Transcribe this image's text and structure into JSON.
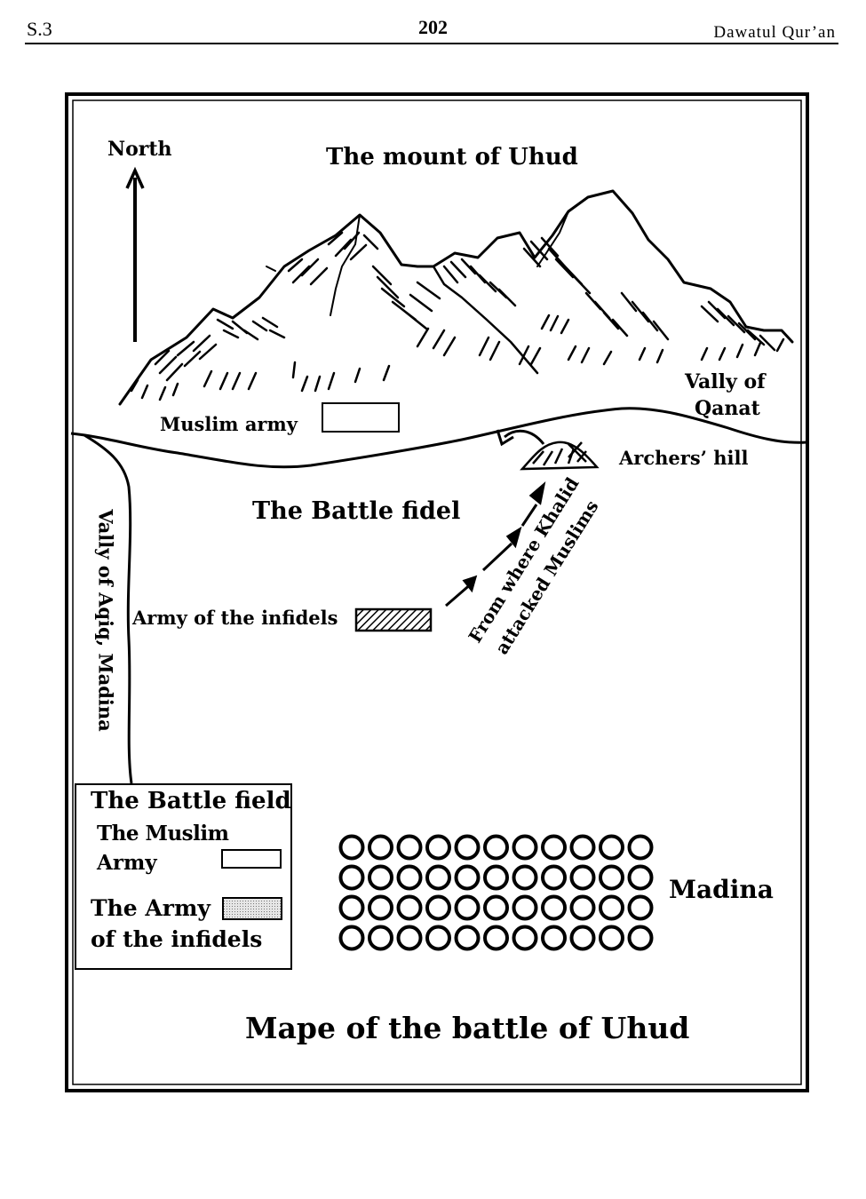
{
  "header": {
    "section": "S.3",
    "page_number": "202",
    "book_title": "Dawatul Qur’an"
  },
  "map": {
    "north_label": "North",
    "mountain_label": "The mount of Uhud",
    "muslim_army_label": "Muslim army",
    "valley_qanat_line1": "Vally of",
    "valley_qanat_line2": "Qanat",
    "archers_hill_label": "Archers’ hill",
    "battlefield_label": "The Battle fidel",
    "valley_aqiq_label": "Vally of Aqiq, Madina",
    "infidel_army_label": "Army of the infidels",
    "khalid_route_line1": "From where Khalid",
    "khalid_route_line2": "attacked Muslims",
    "madina_label": "Madina",
    "map_title": "Mape of the battle of Uhud"
  },
  "legend": {
    "title": "The Battle field",
    "muslim_line1": "The Muslim",
    "muslim_line2": "Army",
    "infidel_line1": "The Army",
    "infidel_line2": "of the infidels"
  },
  "madina_houses": {
    "rows": 4,
    "per_row": 11
  }
}
